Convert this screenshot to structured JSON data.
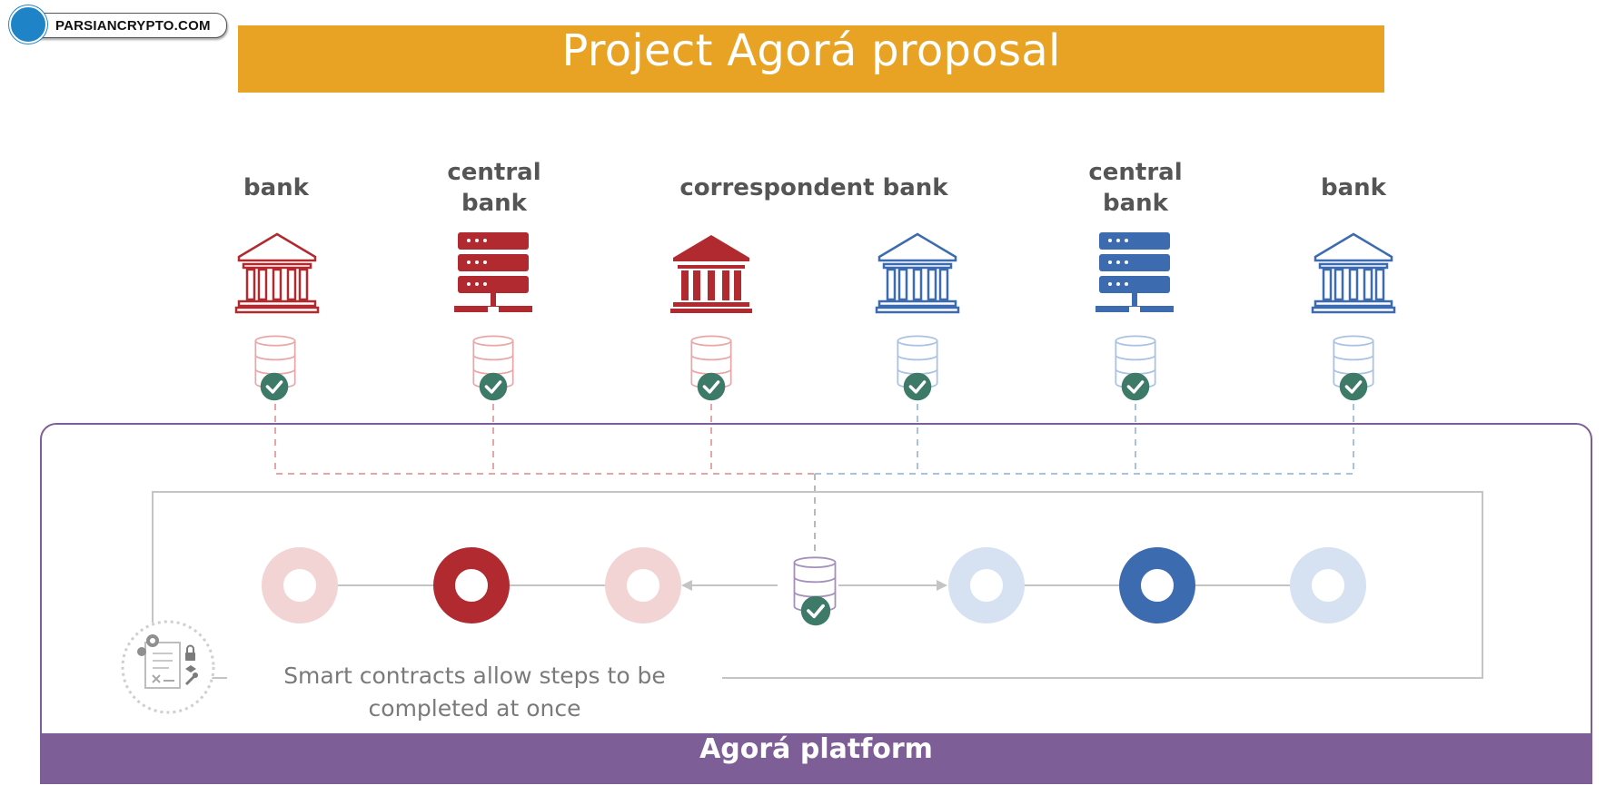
{
  "watermark": {
    "text": "PARSIANCRYPTO.COM"
  },
  "title": "Project Agorá proposal",
  "parties": [
    {
      "label": "bank",
      "side": "red"
    },
    {
      "label": "central bank",
      "side": "red"
    },
    {
      "label": "correspondent bank",
      "side": "both"
    },
    {
      "label": "central bank",
      "side": "blue"
    },
    {
      "label": "bank",
      "side": "blue"
    }
  ],
  "label_lines": {
    "bank_left": "bank",
    "central_left_1": "central",
    "central_left_2": "bank",
    "correspondent": "correspondent bank",
    "central_right_1": "central",
    "central_right_2": "bank",
    "bank_right": "bank"
  },
  "caption": "Smart contracts allow steps to be completed at once",
  "platform": {
    "label": "Agorá platform"
  },
  "colors": {
    "title_bg": "#e8a325",
    "red": "#b02a2f",
    "red_light": "#f3d4d4",
    "blue": "#3c6bb0",
    "blue_light": "#d6e2f2",
    "purple": "#7e5e96",
    "check_green": "#3d7a67"
  },
  "icons": {
    "bank": "bank-building-icon",
    "central_bank": "server-stack-icon",
    "ledger": "database-check-icon",
    "contract": "smart-contract-icon"
  }
}
